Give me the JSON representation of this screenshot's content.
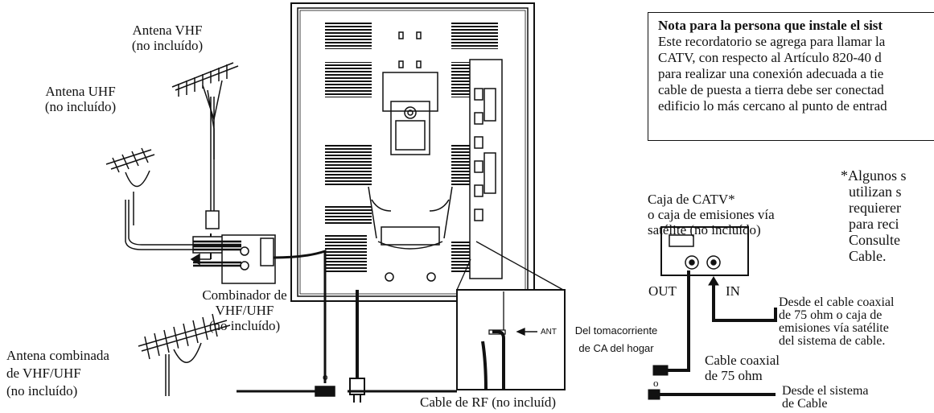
{
  "note": {
    "title": "Nota para la persona que instale el sist",
    "lines": [
      "Este recordatorio se agrega para llamar la",
      "CATV, con respecto al Artículo 820-40 d",
      "para realizar una conexión adecuada a tie",
      "cable de puesta a tierra debe ser conectad",
      "edificio lo más cercano al punto de entrad"
    ]
  },
  "footnote": [
    "*Algunos s",
    "utilizan s",
    "requierer",
    "para reci",
    "Consulte",
    "Cable."
  ],
  "labels": {
    "vhf_antenna": [
      "Antena VHF",
      "(no incluído)"
    ],
    "uhf_antenna": [
      "Antena UHF",
      "(no incluído)"
    ],
    "combiner": [
      "Combinador de",
      "VHF/UHF",
      "(no incluído)"
    ],
    "combined_antenna": [
      "Antena combinada",
      "de VHF/UHF",
      "(no incluído)"
    ],
    "or1": "o",
    "or2": "o",
    "rf_cable": "Cable de RF (no incluíd)",
    "ant": "ANT",
    "ac_outlet": [
      "Del tomacorriente",
      "de CA del hogar"
    ],
    "catv_box": [
      "Caja de CATV*",
      "o caja de emisiones vía",
      "satélite (no incluído)"
    ],
    "out": "OUT",
    "in": "IN",
    "from_coax": [
      "Desde el cable coaxial",
      "de 75 ohm o caja de",
      "emisiones vía satélite",
      "del sistema de cable."
    ],
    "coax_75": [
      "Cable coaxial",
      "de 75 ohm"
    ],
    "from_cable": [
      "Desde el sistema",
      "de Cable"
    ]
  }
}
